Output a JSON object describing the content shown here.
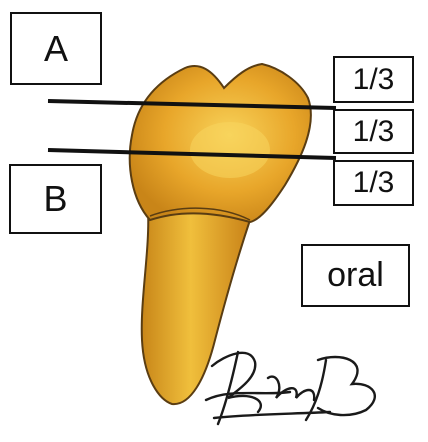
{
  "labels": {
    "a": "A",
    "b": "B",
    "oral": "oral",
    "thirds": [
      "1/3",
      "1/3",
      "1/3"
    ]
  },
  "colors": {
    "crown": "#e9a92a",
    "crown_highlight": "#f6cf4e",
    "root": "#d9941e",
    "outline": "#3a2a14",
    "line": "#111111"
  }
}
